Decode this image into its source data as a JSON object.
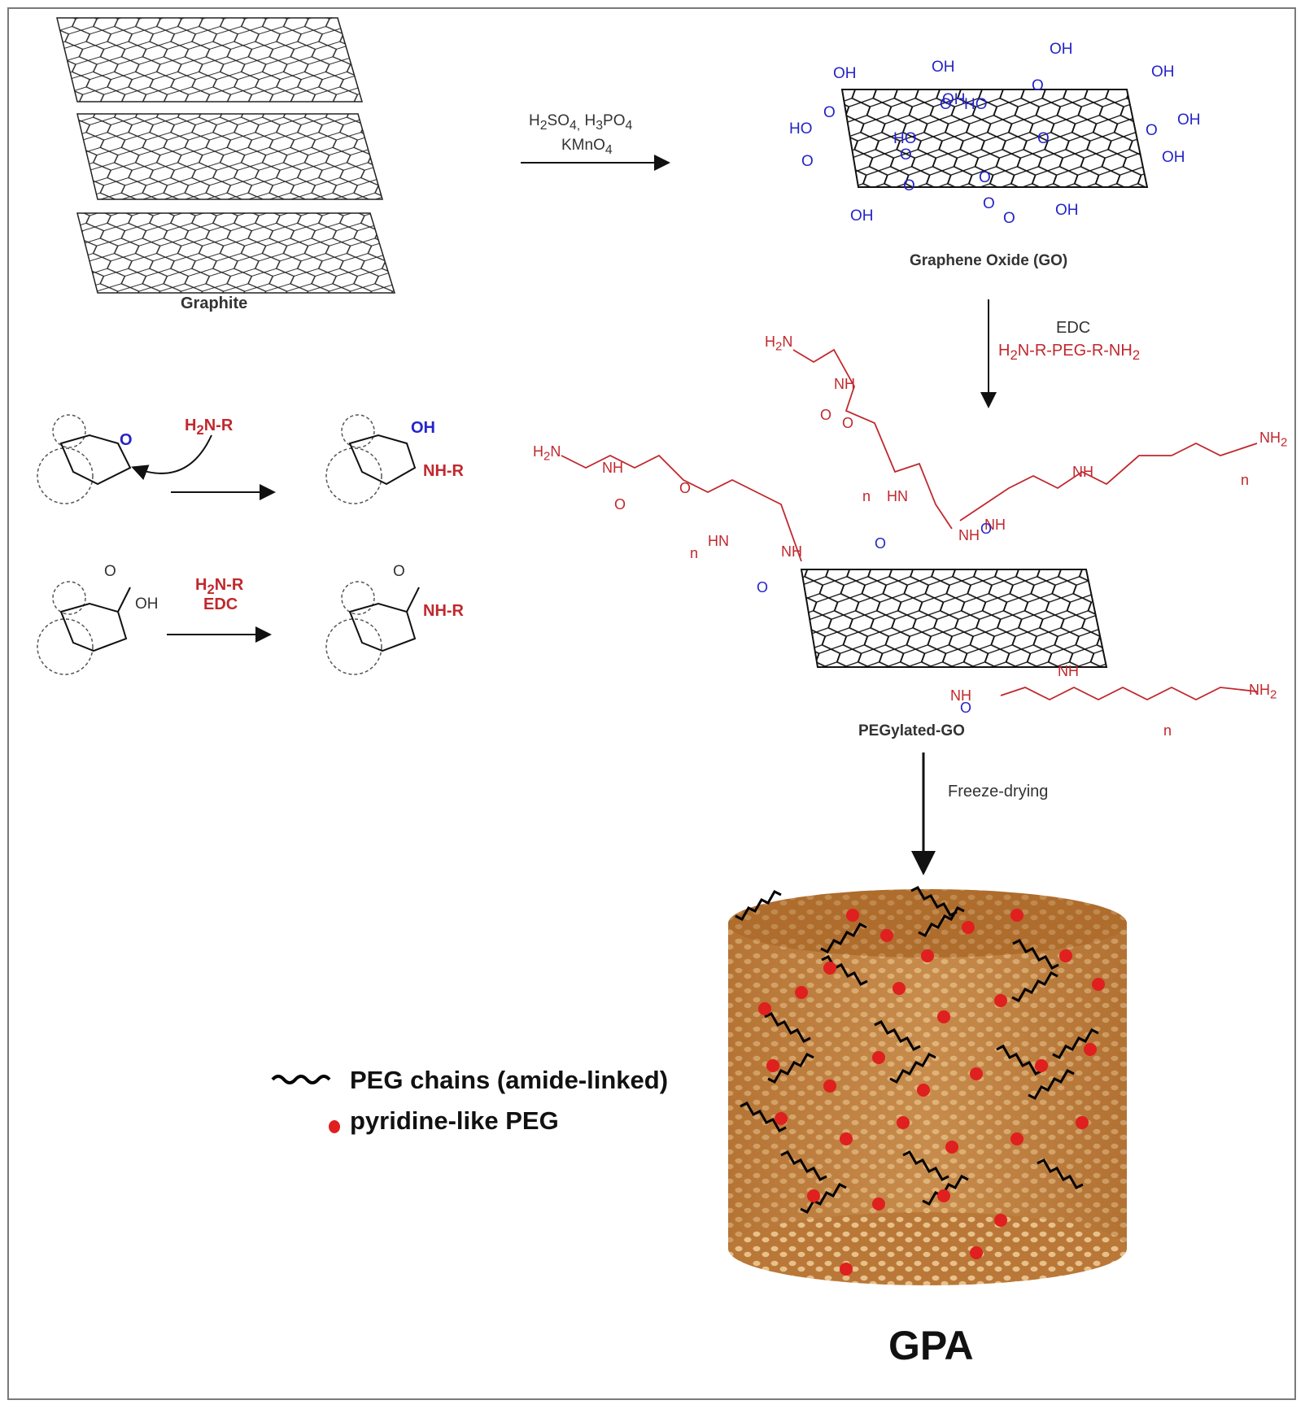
{
  "graphite": {
    "label": "Graphite"
  },
  "step1": {
    "line1_html": "H<sub>2</sub>SO<sub>4,</sub> H<sub>3</sub>PO<sub>4</sub>",
    "line2_html": "KMnO<sub>4</sub>"
  },
  "go": {
    "label": "Graphene Oxide (GO)",
    "groups": [
      "OH",
      "O",
      "OH",
      "O",
      "OH",
      "O",
      "OH",
      "HO",
      "OH",
      "O",
      "HO",
      "OH",
      "HO",
      "O",
      "OH",
      "O",
      "OH",
      "O",
      "O",
      "O",
      "OH",
      "O",
      "O"
    ]
  },
  "step2": {
    "line1": "EDC",
    "line2_html": "H<sub>2</sub>N-R-PEG-R-NH<sub>2</sub>"
  },
  "inset": {
    "r1_reagent_html": "H<sub>2</sub>N-R",
    "r1_oh": "OH",
    "r1_nhr": "NH-R",
    "r1_o": "O",
    "r2_reagent_html": "H<sub>2</sub>N-R",
    "r2_edc": "EDC",
    "r2_o": "O",
    "r2_oh": "OH",
    "r2_o2": "O",
    "r2_nhr": "NH-R"
  },
  "peggo": {
    "label": "PEGylated-GO",
    "chain_labels": {
      "h2n": "H<sub>2</sub>N",
      "nh2": "NH<sub>2</sub>",
      "nh": "NH",
      "hn": "HN",
      "o": "O",
      "n": "n"
    }
  },
  "step3": {
    "label": "Freeze-drying"
  },
  "legend": {
    "peg_chains": "PEG chains (amide-linked)",
    "pyridine": "pyridine-like PEG"
  },
  "gpa": {
    "label": "GPA"
  },
  "colors": {
    "red": "#c0282d",
    "blue": "#2424c8",
    "brown": "#b7773a",
    "dot": "#e01f1f"
  }
}
